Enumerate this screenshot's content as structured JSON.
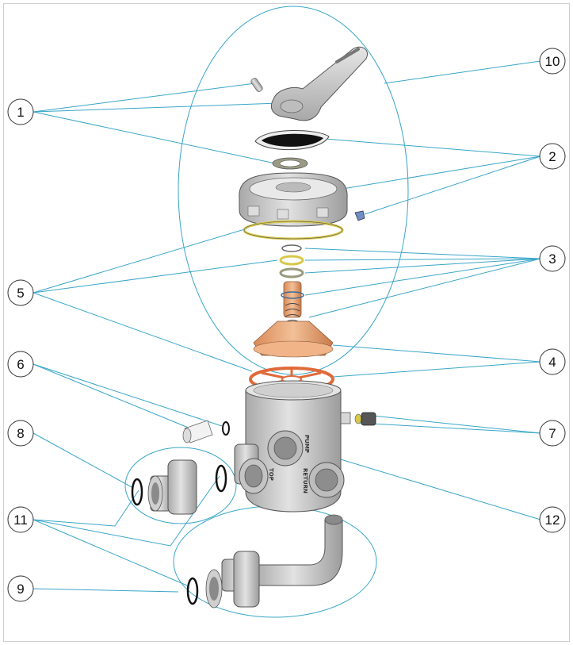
{
  "diagram": {
    "callouts": [
      {
        "id": "c1",
        "label": "1"
      },
      {
        "id": "c2",
        "label": "2"
      },
      {
        "id": "c3",
        "label": "3"
      },
      {
        "id": "c4",
        "label": "4"
      },
      {
        "id": "c5",
        "label": "5"
      },
      {
        "id": "c6",
        "label": "6"
      },
      {
        "id": "c7",
        "label": "7"
      },
      {
        "id": "c8",
        "label": "8"
      },
      {
        "id": "c9",
        "label": "9"
      },
      {
        "id": "c10",
        "label": "10"
      },
      {
        "id": "c11",
        "label": "11"
      },
      {
        "id": "c12",
        "label": "12"
      }
    ],
    "body_markings": {
      "pump": "PUMP",
      "top": "TOP",
      "return": "RETURN"
    },
    "colors": {
      "leader_line": "#3aa6c8",
      "part_gray": "#c9c9c9",
      "stem_orange": "#e8a070",
      "gasket_orange": "#e06a3a",
      "oring_yellow": "#d8c84a",
      "gasket_black": "#111111"
    }
  }
}
